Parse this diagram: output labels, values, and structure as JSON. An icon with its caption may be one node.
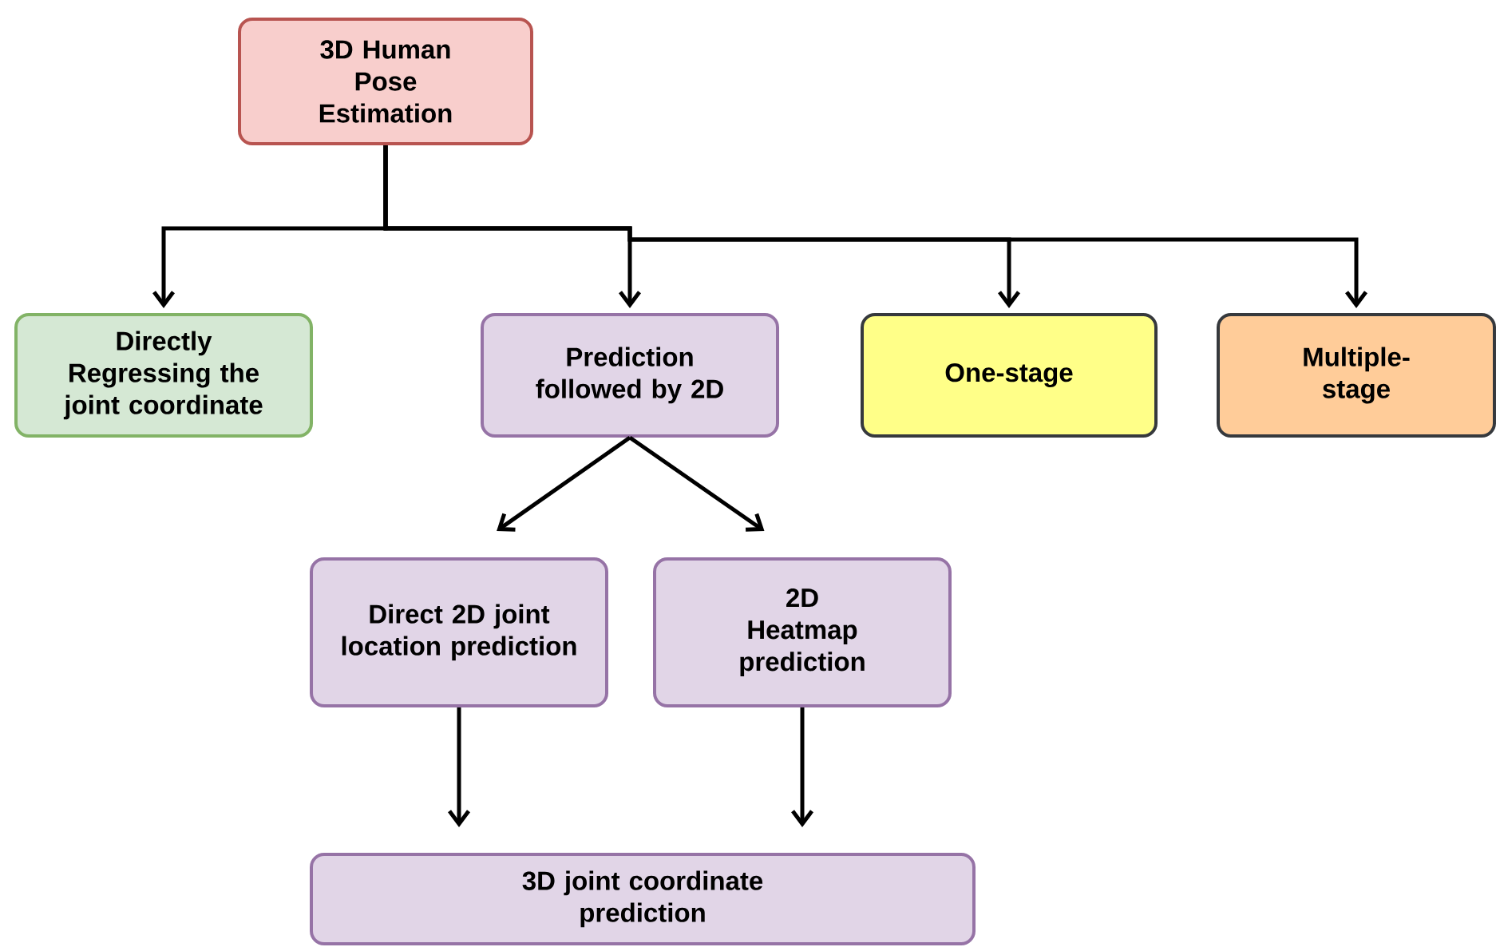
{
  "diagram": {
    "nodes": [
      {
        "text": [
          "3D Human Pose Estimation"
        ]
      },
      {
        "text": [
          "Directly Regressing the joint coordinate"
        ]
      },
      {
        "text": [
          "Prediction followed by 2D"
        ]
      },
      {
        "text": [
          "One-stage"
        ]
      },
      {
        "text": [
          "Multiple-stage"
        ]
      },
      {
        "text": [
          "Direct 2D joint location prediction"
        ]
      },
      {
        "text": [
          "2D Heatmap prediction"
        ]
      },
      {
        "text": [
          "3D joint coordinate prediction"
        ]
      }
    ],
    "edges": [
      {
        "from": 0,
        "to": 1,
        "arrow": "to"
      },
      {
        "from": 0,
        "to": 2,
        "arrow": "to"
      },
      {
        "from": 0,
        "to": 3,
        "arrow": "to"
      },
      {
        "from": 0,
        "to": 4,
        "arrow": "to"
      },
      {
        "from": 2,
        "to": 5,
        "arrow": "to"
      },
      {
        "from": 2,
        "to": 6,
        "arrow": "to"
      },
      {
        "from": 5,
        "to": 7,
        "arrow": "to"
      },
      {
        "from": 6,
        "to": 7,
        "arrow": "to"
      }
    ]
  }
}
